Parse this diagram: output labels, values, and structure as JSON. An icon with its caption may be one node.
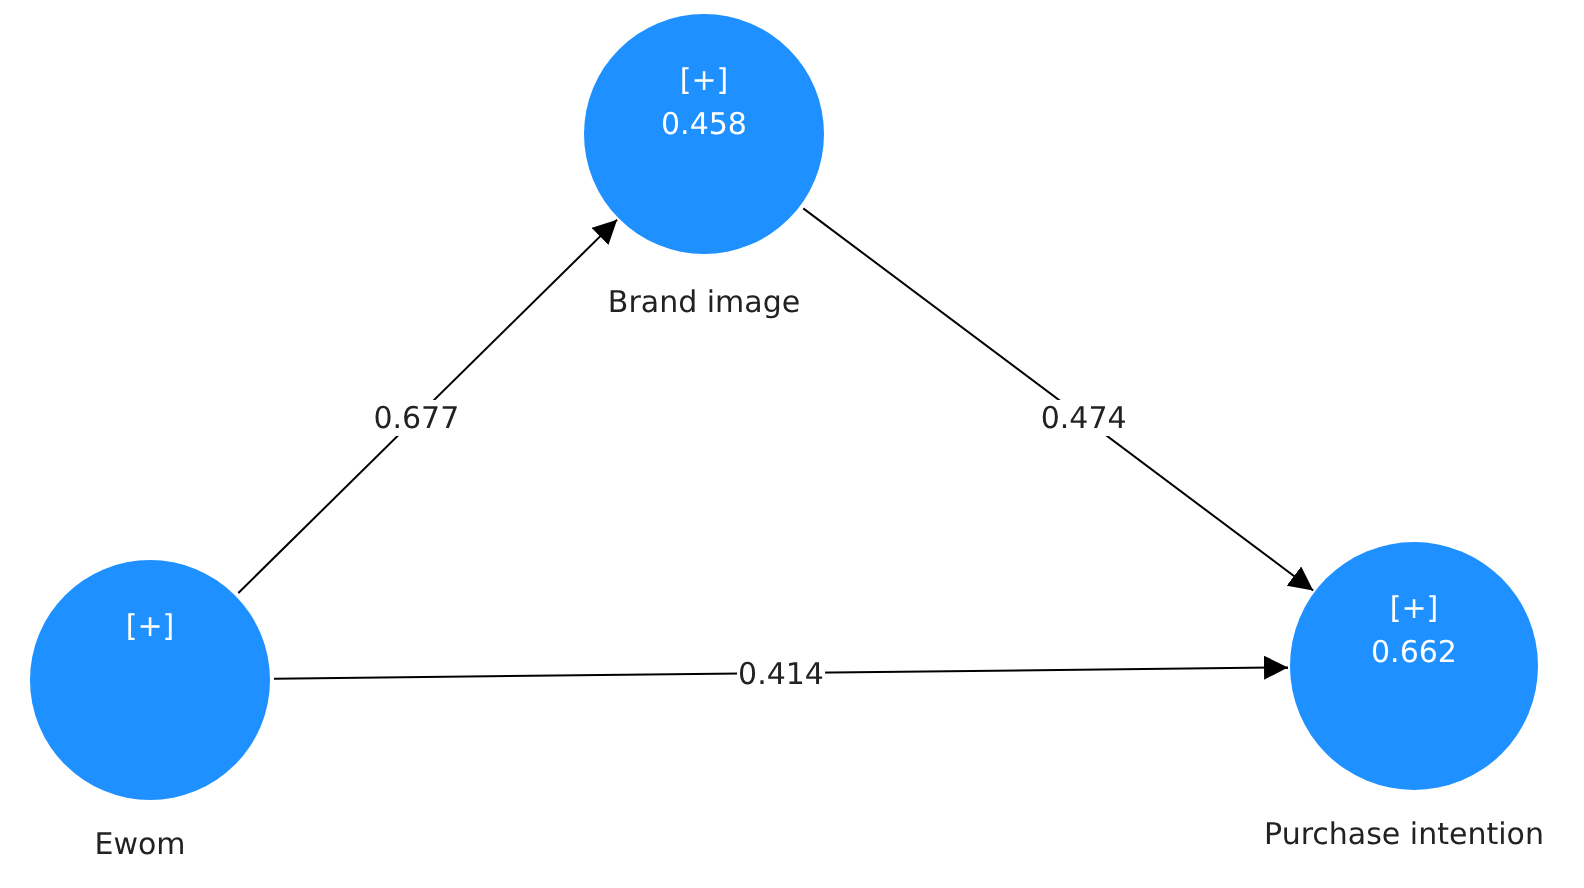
{
  "diagram": {
    "nodes": [
      {
        "text": [
          "[+]"
        ],
        "beside": [
          "Ewom"
        ]
      },
      {
        "text": [
          "[+]",
          "0.458"
        ],
        "beside": [
          "Brand image"
        ]
      },
      {
        "text": [
          "[+]",
          "0.662"
        ],
        "beside": [
          "Purchase intention"
        ]
      }
    ],
    "edges": [
      {
        "from": 0,
        "to": 1,
        "arrow": "to",
        "label": "0.677"
      },
      {
        "from": 1,
        "to": 2,
        "arrow": "to",
        "label": "0.474"
      },
      {
        "from": 0,
        "to": 2,
        "arrow": "to",
        "label": "0.414"
      }
    ]
  }
}
